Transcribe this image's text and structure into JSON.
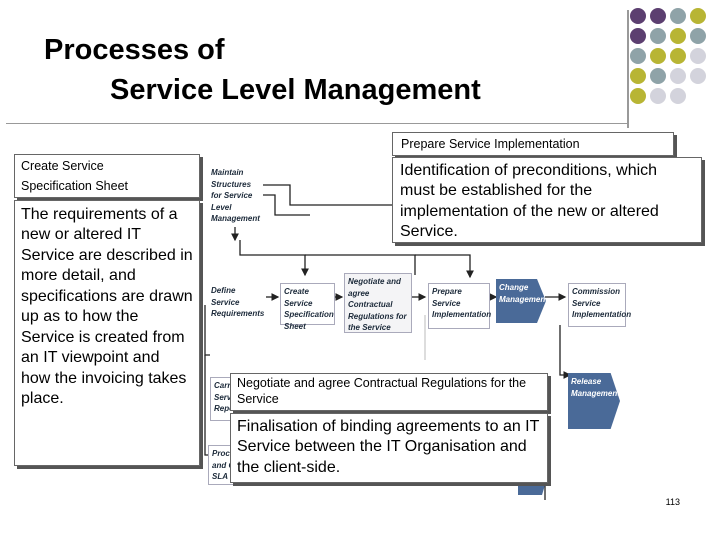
{
  "title": {
    "line1": "Processes of",
    "line2": "Service Level Management"
  },
  "decoration": {
    "dot_colors": [
      "#5c3f70",
      "#8fa3a8",
      "#b8b534",
      "#d3d3dc"
    ]
  },
  "callouts": {
    "prepare_label": "Prepare Service Implementation",
    "prepare_text": "Identification of preconditions, which must be established for the implementation of the new or altered Service.",
    "create_label_line1": "Create Service",
    "create_label_line2": "Specification Sheet",
    "create_text": "The requirements of a new or altered IT Service are described in more detail, and specifications are drawn up as to how the Service is created from an IT viewpoint and how the invoicing takes place.",
    "negotiate_label": "Negotiate and agree Contractual Regulations for the Service",
    "negotiate_text": "Finalisation of binding agreements to an IT Service between the IT Organisation and the client-side."
  },
  "diagram": {
    "maintain": "Maintain Structures for Service Level Management",
    "define": "Define Service Requirements",
    "create_spec": "Create Service Specification Sheet",
    "negotiate": "Negotiate and agree Contractual Regulations for the Service",
    "prepare": "Prepare Service Implementation",
    "change": "Change Management",
    "commission": "Commission Service Implementation",
    "release": "Release Management",
    "carry_partial": "Carry Servi Repo",
    "process_partial": "Proces and Co SLA Reviews"
  },
  "page_number": "113"
}
